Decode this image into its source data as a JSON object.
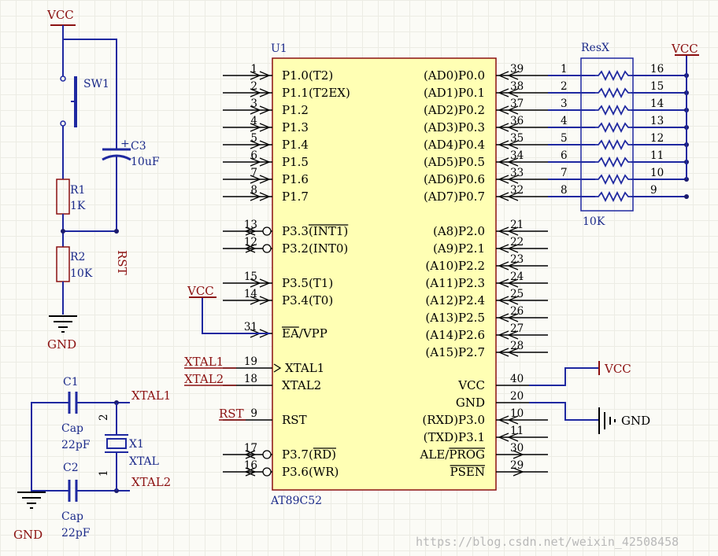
{
  "chip": {
    "designator": "U1",
    "part": "AT89C52",
    "left_pins": [
      {
        "num": "1",
        "name": "P1.0(T2)",
        "style": "arrow"
      },
      {
        "num": "2",
        "name": "P1.1(T2EX)",
        "style": "arrow"
      },
      {
        "num": "3",
        "name": "P1.2",
        "style": "arrow"
      },
      {
        "num": "4",
        "name": "P1.3",
        "style": "arrow"
      },
      {
        "num": "5",
        "name": "P1.4",
        "style": "arrow"
      },
      {
        "num": "6",
        "name": "P1.5",
        "style": "arrow"
      },
      {
        "num": "7",
        "name": "P1.6",
        "style": "arrow"
      },
      {
        "num": "8",
        "name": "P1.7",
        "style": "arrow"
      },
      {
        "num": "13",
        "name": "P3.3(INT1)",
        "style": "circle"
      },
      {
        "num": "12",
        "name": "P3.2(INT0)",
        "style": "circle"
      },
      {
        "num": "15",
        "name": "P3.5(T1)",
        "style": "arrow"
      },
      {
        "num": "14",
        "name": "P3.4(T0)",
        "style": "arrow"
      },
      {
        "num": "31",
        "name": "EA/VPP",
        "style": "arrow"
      },
      {
        "num": "19",
        "name": "XTAL1",
        "style": "clock"
      },
      {
        "num": "18",
        "name": "XTAL2",
        "style": "plain"
      },
      {
        "num": "9",
        "name": "RST",
        "style": "plain"
      },
      {
        "num": "17",
        "name": "P3.7(RD)",
        "style": "circle"
      },
      {
        "num": "16",
        "name": "P3.6(WR)",
        "style": "circle"
      }
    ],
    "right_pins": [
      {
        "num": "39",
        "name": "(AD0)P0.0",
        "style": "bidir"
      },
      {
        "num": "38",
        "name": "(AD1)P0.1",
        "style": "bidir"
      },
      {
        "num": "37",
        "name": "(AD2)P0.2",
        "style": "bidir"
      },
      {
        "num": "36",
        "name": "(AD3)P0.3",
        "style": "bidir"
      },
      {
        "num": "35",
        "name": "(AD4)P0.4",
        "style": "bidir"
      },
      {
        "num": "34",
        "name": "(AD5)P0.5",
        "style": "bidir"
      },
      {
        "num": "33",
        "name": "(AD6)P0.6",
        "style": "bidir"
      },
      {
        "num": "32",
        "name": "(AD7)P0.7",
        "style": "bidir"
      },
      {
        "num": "21",
        "name": "(A8)P2.0",
        "style": "arrow"
      },
      {
        "num": "22",
        "name": "(A9)P2.1",
        "style": "arrow"
      },
      {
        "num": "23",
        "name": "(A10)P2.2",
        "style": "arrow"
      },
      {
        "num": "24",
        "name": "(A11)P2.3",
        "style": "arrow"
      },
      {
        "num": "25",
        "name": "(A12)P2.4",
        "style": "arrow"
      },
      {
        "num": "26",
        "name": "(A13)P2.5",
        "style": "arrow"
      },
      {
        "num": "27",
        "name": "(A14)P2.6",
        "style": "arrow"
      },
      {
        "num": "28",
        "name": "(A15)P2.7",
        "style": "arrow"
      },
      {
        "num": "40",
        "name": "VCC",
        "style": "plain"
      },
      {
        "num": "20",
        "name": "GND",
        "style": "plain"
      },
      {
        "num": "10",
        "name": "(RXD)P3.0",
        "style": "arrow"
      },
      {
        "num": "11",
        "name": "(TXD)P3.1",
        "style": "arrow"
      },
      {
        "num": "30",
        "name": "ALE/PROG",
        "style": "out"
      },
      {
        "num": "29",
        "name": "PSEN",
        "style": "out"
      }
    ]
  },
  "resistor_network": {
    "designator": "ResX",
    "value": "10K",
    "left_pins": [
      "1",
      "2",
      "3",
      "4",
      "5",
      "6",
      "7",
      "8"
    ],
    "right_pins": [
      "16",
      "15",
      "14",
      "13",
      "12",
      "11",
      "10",
      "9"
    ],
    "supply_label": "VCC"
  },
  "reset_circuit": {
    "vcc_label": "VCC",
    "switch_label": "SW1",
    "c3_label": "C3",
    "c3_value": "10uF",
    "r1_label": "R1",
    "r1_value": "1K",
    "r2_label": "R2",
    "r2_value": "10K",
    "rst_net": "RST",
    "gnd_label": "GND"
  },
  "crystal_circuit": {
    "c1_label": "C1",
    "c1_type": "Cap",
    "c1_value": "22pF",
    "c2_label": "C2",
    "c2_type": "Cap",
    "c2_value": "22pF",
    "x1_label": "X1",
    "x1_type": "XTAL",
    "x1_pin_top": "2",
    "x1_pin_bottom": "1",
    "net_xtal1": "XTAL1",
    "net_xtal2": "XTAL2",
    "gnd_label": "GND"
  },
  "chip_nets": {
    "ea_vcc": "VCC",
    "xtal1": "XTAL1",
    "xtal2": "XTAL2",
    "rst": "RST",
    "vcc": "VCC",
    "gnd": "GND"
  },
  "watermark": "https://blog.csdn.net/weixin_42508458",
  "colors": {
    "wire": "#1e28a0",
    "part_outline": "#8b1010",
    "chip_fill": "#ffffb4",
    "net_label": "#8b1010",
    "part_text": "#1b2a8a",
    "junction": "#1b1b6e"
  }
}
